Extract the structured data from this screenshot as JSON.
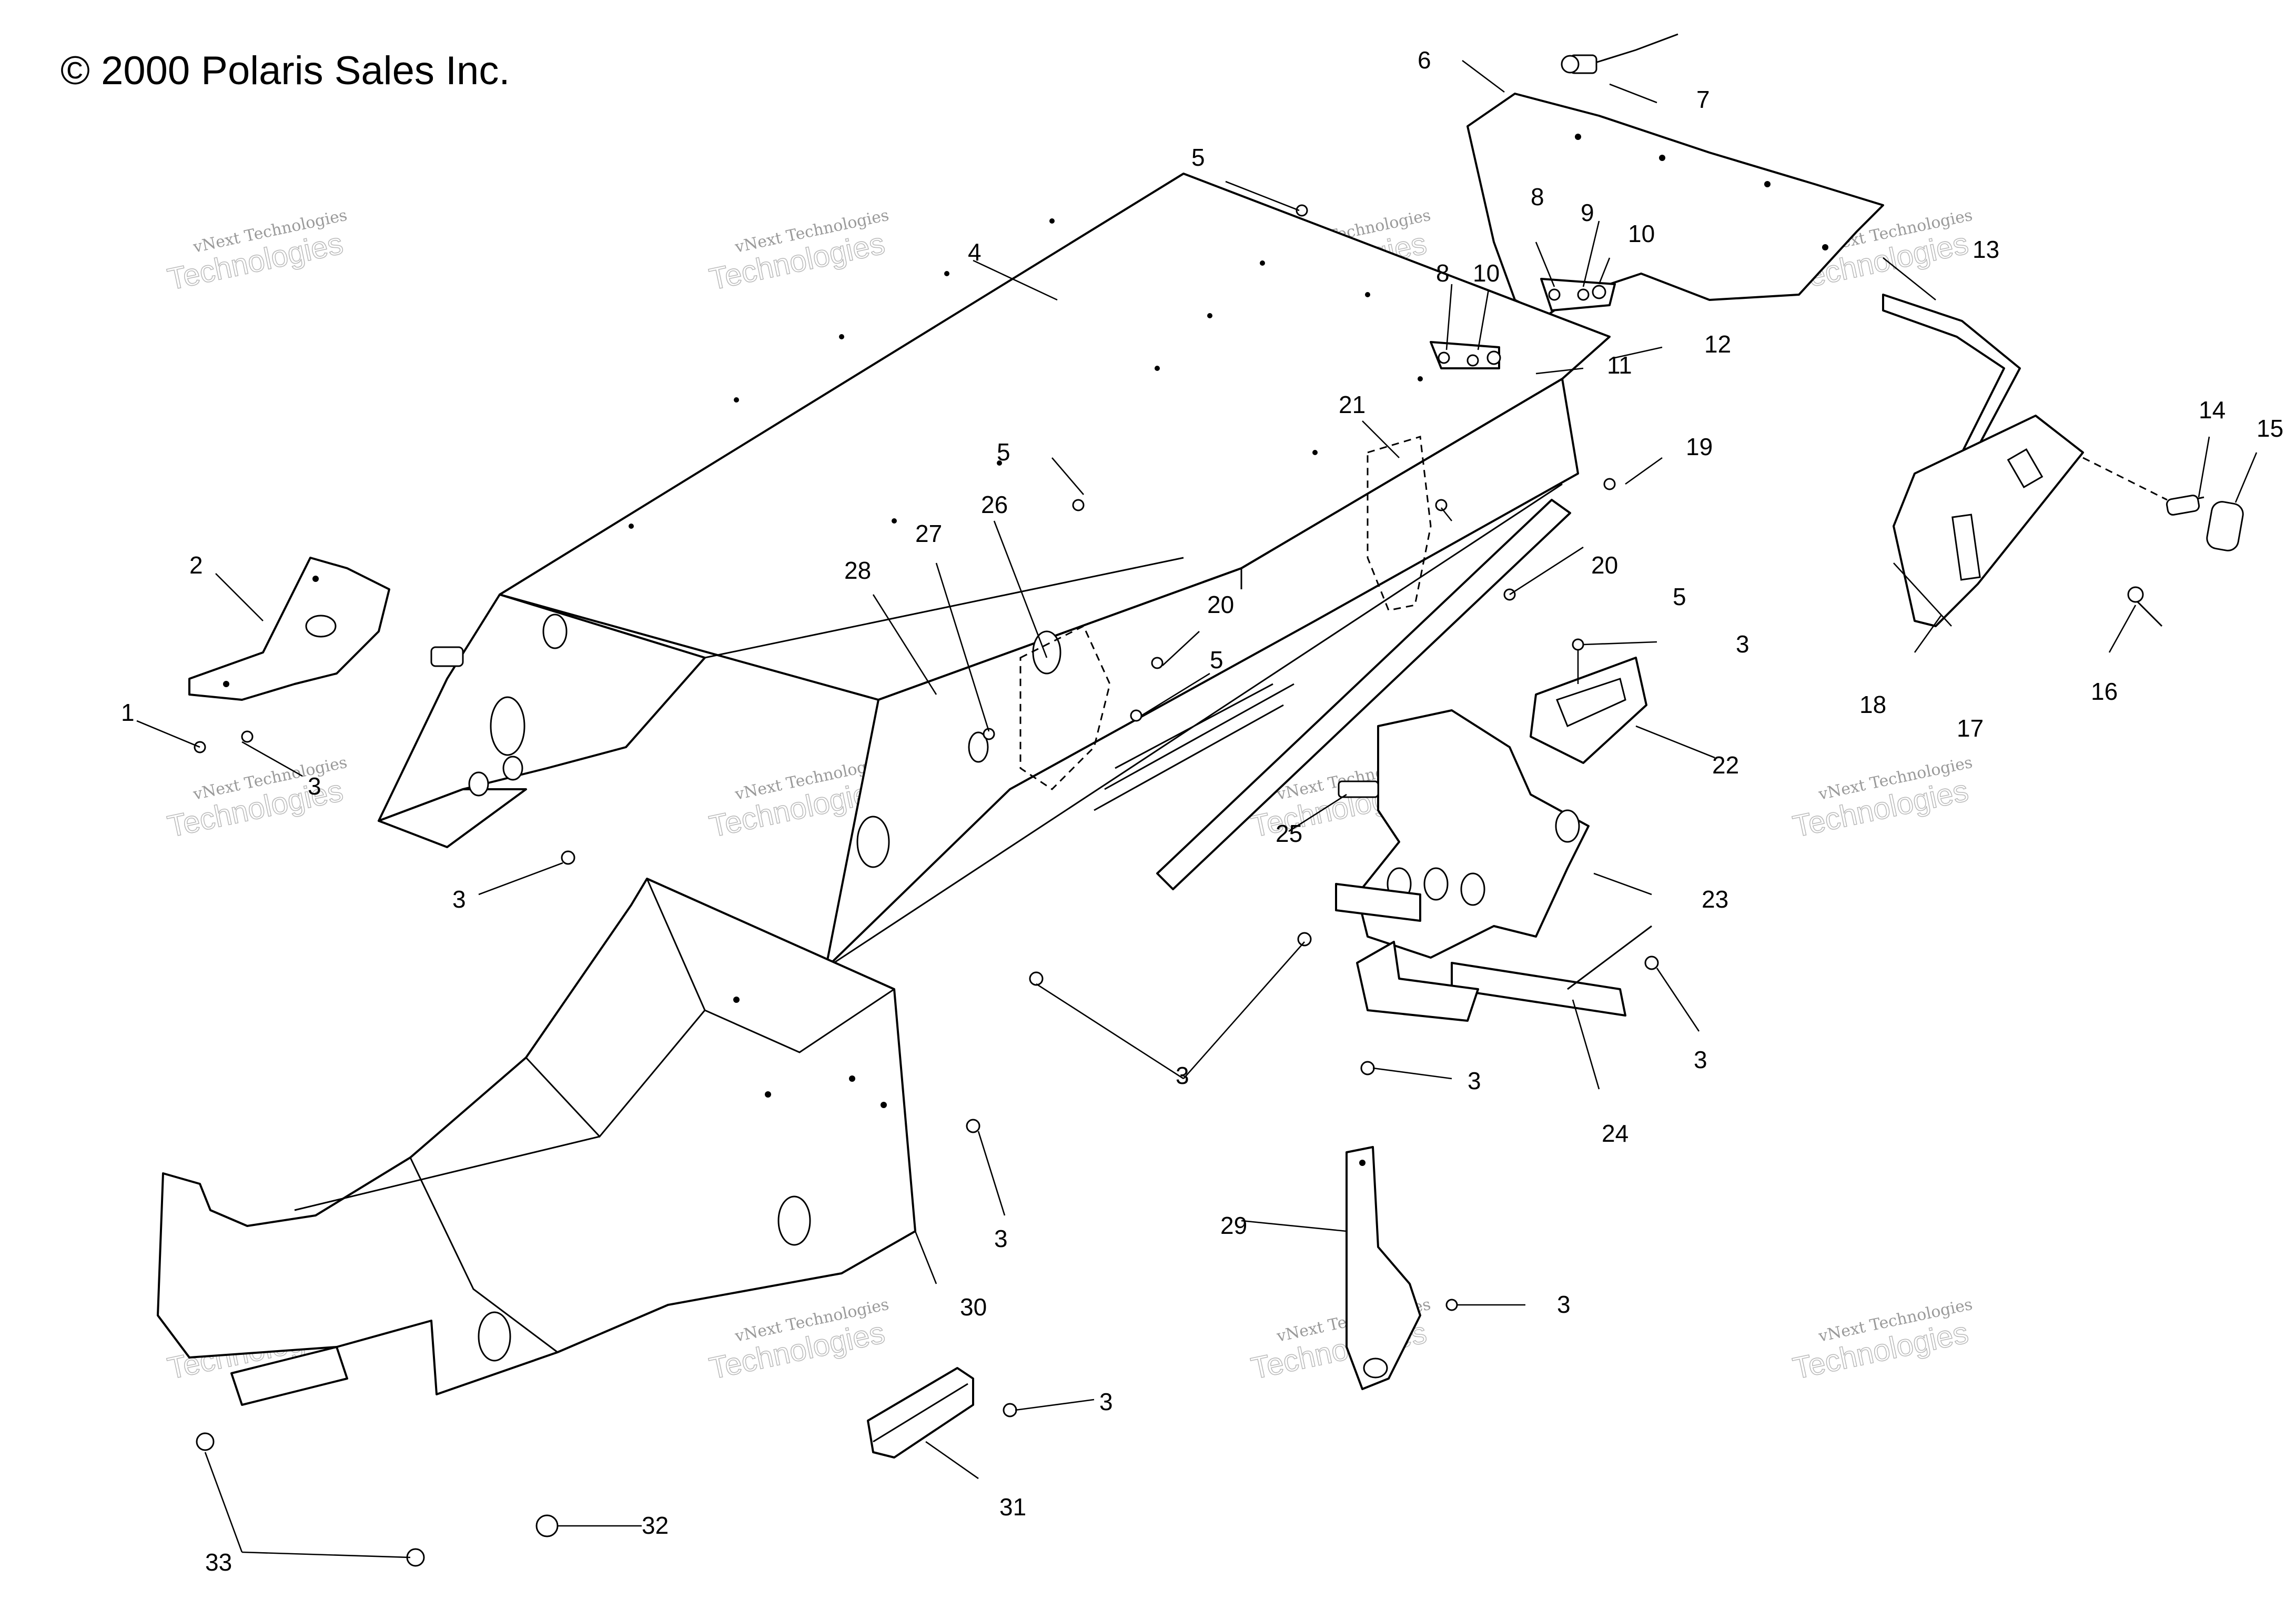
{
  "copyright": "© 2000 Polaris Sales Inc.",
  "watermark": {
    "line1": "vNext Technologies",
    "line2": "Technologies",
    "color": "#9a9a9a"
  },
  "callouts": [
    {
      "label": "1"
    },
    {
      "label": "2"
    },
    {
      "label": "3"
    },
    {
      "label": "3"
    },
    {
      "label": "3"
    },
    {
      "label": "3"
    },
    {
      "label": "3"
    },
    {
      "label": "3"
    },
    {
      "label": "3"
    },
    {
      "label": "3"
    },
    {
      "label": "3"
    },
    {
      "label": "3"
    },
    {
      "label": "4"
    },
    {
      "label": "5"
    },
    {
      "label": "5"
    },
    {
      "label": "5"
    },
    {
      "label": "5"
    },
    {
      "label": "6"
    },
    {
      "label": "7"
    },
    {
      "label": "8"
    },
    {
      "label": "8"
    },
    {
      "label": "9"
    },
    {
      "label": "10"
    },
    {
      "label": "10"
    },
    {
      "label": "11"
    },
    {
      "label": "12"
    },
    {
      "label": "13"
    },
    {
      "label": "14"
    },
    {
      "label": "15"
    },
    {
      "label": "16"
    },
    {
      "label": "17"
    },
    {
      "label": "18"
    },
    {
      "label": "19"
    },
    {
      "label": "20"
    },
    {
      "label": "20"
    },
    {
      "label": "21"
    },
    {
      "label": "22"
    },
    {
      "label": "23"
    },
    {
      "label": "24"
    },
    {
      "label": "25"
    },
    {
      "label": "26"
    },
    {
      "label": "27"
    },
    {
      "label": "28"
    },
    {
      "label": "29"
    },
    {
      "label": "30"
    },
    {
      "label": "31"
    },
    {
      "label": "32"
    },
    {
      "label": "33"
    }
  ]
}
